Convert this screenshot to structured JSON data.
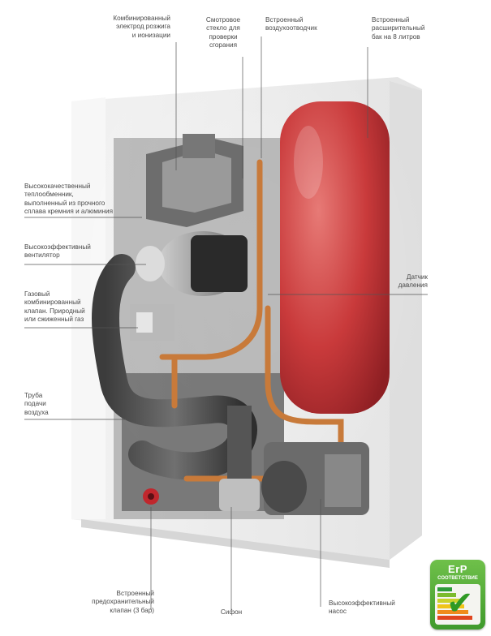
{
  "labels": {
    "electrode": "Комбинированный\nэлектрод розжига\nи ионизации",
    "sight_glass": "Смотровое\nстекло для\nпроверки\nсгорания",
    "air_vent": "Встроенный\nвоздухоотводчик",
    "expansion_tank": "Встроенный\nрасширительный\nбак на 8 литров",
    "heat_exchanger": "Высококачественный\nтеплообменник,\nвыполненный из прочного\nсплава кремния и алюминия",
    "fan": "Высокоэффективный\nвентилятор",
    "pressure_sensor": "Датчик\nдавления",
    "gas_valve": "Газовый\nкомбинированный\nклапан. Природный\nили сжиженный газ",
    "air_pipe": "Труба\nподачи\nвоздуха",
    "safety_valve": "Встроенный\nпредохранительный\nклапан (3 бар)",
    "siphon": "Сифон",
    "pump": "Высокоэффективный\nнасос"
  },
  "badge": {
    "title": "ErP",
    "subtitle": "СООТВЕТСТВИЕ",
    "colors": [
      "#2e9b3a",
      "#7cbb2e",
      "#c9d22a",
      "#f0c419",
      "#ef8b1c",
      "#e0451f"
    ]
  },
  "colors": {
    "tank": "#c43a3c",
    "copper": "#c87a3a",
    "casing": "#eeeeee",
    "leader": "#555555"
  }
}
